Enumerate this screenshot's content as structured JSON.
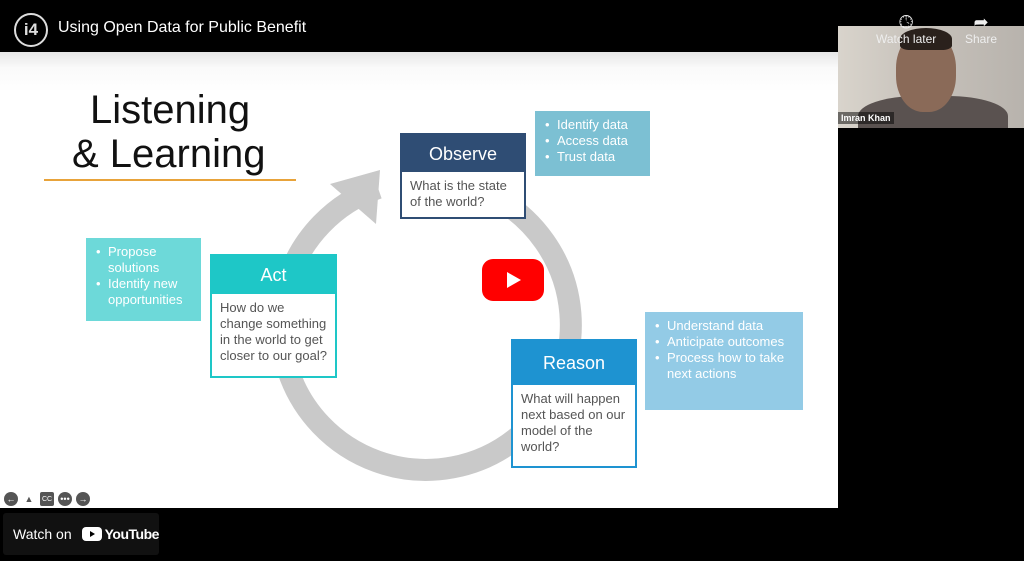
{
  "video": {
    "title": "Using Open Data for Public Benefit",
    "logo_text": "i4"
  },
  "actions": {
    "watch_later": "Watch later",
    "share": "Share"
  },
  "webcam": {
    "name": "Imran Khan"
  },
  "slide": {
    "title_line1": "Listening",
    "title_line2": "& Learning",
    "observe": {
      "header": "Observe",
      "body": "What is the state of the world?",
      "bullets": [
        "Identify data",
        "Access data",
        "Trust data"
      ],
      "color": "#2f4d74",
      "bullet_color": "#7cc0d3"
    },
    "act": {
      "header": "Act",
      "body": "How do we change something in the world to get closer to our goal?",
      "bullets": [
        "Propose solutions",
        "Identify new opportunities"
      ],
      "color": "#1ec7c7",
      "bullet_color": "#6dd9d9"
    },
    "reason": {
      "header": "Reason",
      "body": "What will happen next based on our model of the world?",
      "bullets": [
        "Understand data",
        "Anticipate outcomes",
        "Process how to take next actions"
      ],
      "color": "#1e93d1",
      "bullet_color": "#93cbe6"
    }
  },
  "controls": [
    "prev",
    "pointer",
    "cc",
    "more",
    "next"
  ],
  "watch_on": {
    "label": "Watch on",
    "brand": "YouTube"
  }
}
